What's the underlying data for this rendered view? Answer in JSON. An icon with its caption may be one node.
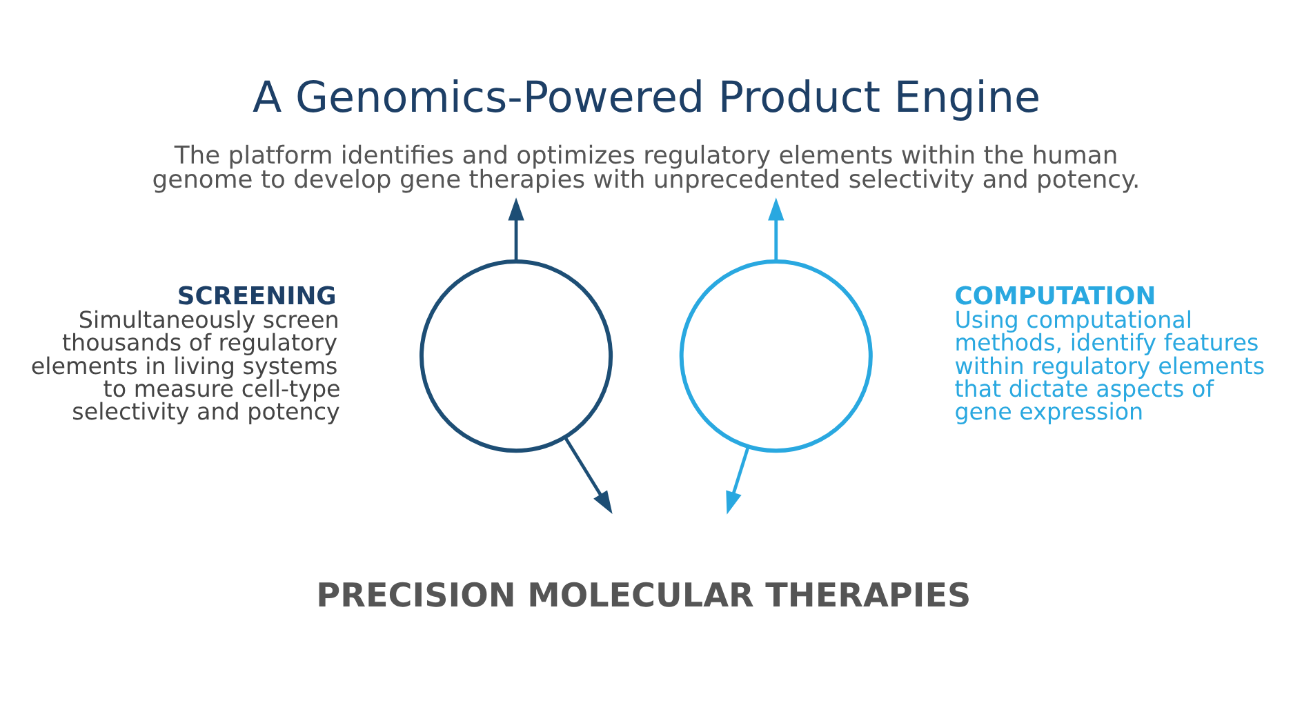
{
  "diagram": {
    "title": "A Genomics-Powered Product Engine",
    "caption": "The platform identifies and optimizes regulatory elements within the human genome to develop gene therapies with unprecedented selectivity and potency.",
    "nodes": [
      {
        "text": [],
        "shape": "circle",
        "beside": [
          "SCREENING",
          "Simultaneously screen thousands of regulatory elements in living systems to measure cell-type selectivity and potency"
        ]
      },
      {
        "text": [],
        "shape": "circle",
        "beside": [
          "COMPUTATION",
          "Using computational methods, identify features within regulatory elements that dictate aspects of gene expression"
        ]
      }
    ],
    "edges": [
      {
        "from": 0,
        "to": null,
        "arrow": "to",
        "color": "#1d4e75"
      },
      {
        "from": 1,
        "to": null,
        "arrow": "to",
        "color": "#29a8e0"
      },
      {
        "from": 0,
        "to": null,
        "arrow": "to",
        "color": "#1d4e75"
      },
      {
        "from": 1,
        "to": null,
        "arrow": "to",
        "color": "#29a8e0"
      }
    ],
    "labels": [
      "PRECISION MOLECULAR THERAPIES"
    ]
  }
}
